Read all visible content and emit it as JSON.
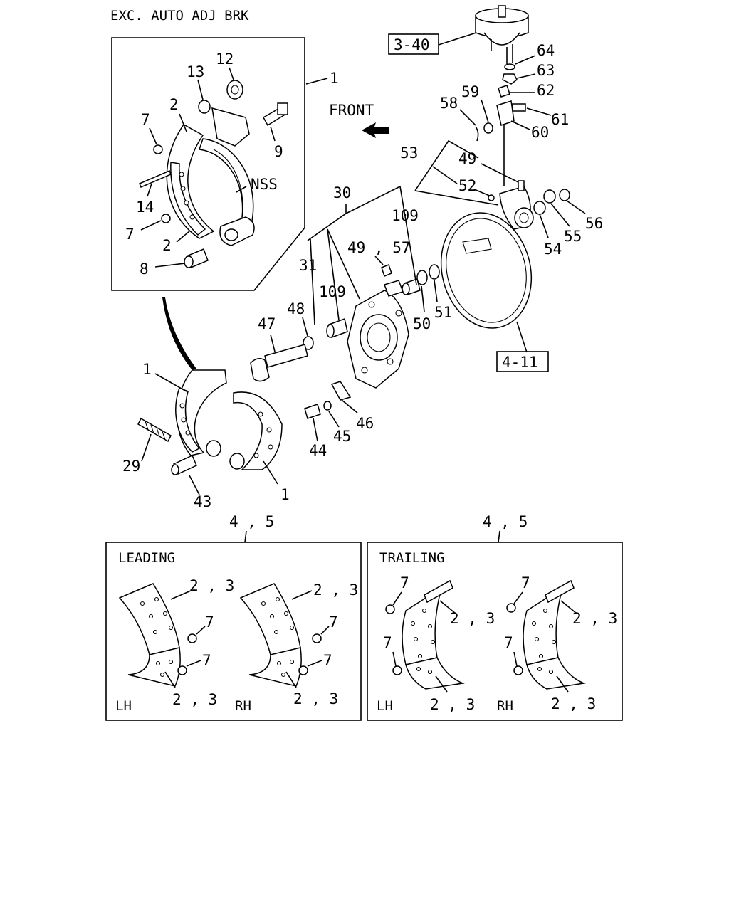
{
  "title": "EXC. AUTO ADJ BRK",
  "front_label": "FRONT",
  "refs": {
    "chamber": "3-40",
    "backing_plate": "4-11"
  },
  "callouts": {
    "c1a": "1",
    "c1b": "1",
    "c1c": "1",
    "c2a": "2",
    "c2b": "2",
    "c7a": "7",
    "c7b": "7",
    "c8": "8",
    "c9": "9",
    "c12": "12",
    "c13": "13",
    "c14": "14",
    "nss": "NSS",
    "c29": "29",
    "c30": "30",
    "c31": "31",
    "c43": "43",
    "c44": "44",
    "c45": "45",
    "c46": "46",
    "c47": "47",
    "c48": "48",
    "c49a": "49",
    "c49_57": "49 , 57",
    "c50": "50",
    "c51": "51",
    "c52": "52",
    "c53": "53",
    "c54": "54",
    "c55": "55",
    "c56": "56",
    "c58": "58",
    "c59": "59",
    "c60": "60",
    "c61": "61",
    "c62": "62",
    "c63": "63",
    "c64": "64",
    "c109a": "109",
    "c109b": "109"
  },
  "panels": {
    "leading": {
      "ref": "4 , 5",
      "title": "LEADING",
      "side_lh": "LH",
      "side_rh": "RH",
      "lining_lh_top": "2 , 3",
      "lining_lh_bot": "2 , 3",
      "lining_rh_top": "2 , 3",
      "lining_rh_bot": "2 , 3",
      "rivet_lh_a": "7",
      "rivet_lh_b": "7",
      "rivet_rh_a": "7",
      "rivet_rh_b": "7"
    },
    "trailing": {
      "ref": "4 , 5",
      "title": "TRAILING",
      "side_lh": "LH",
      "side_rh": "RH",
      "lining_lh_top": "2 , 3",
      "lining_lh_bot": "2 , 3",
      "lining_rh_top": "2 , 3",
      "lining_rh_bot": "2 , 3",
      "rivet_lh_a": "7",
      "rivet_lh_b": "7",
      "rivet_rh_a": "7",
      "rivet_rh_b": "7"
    }
  }
}
